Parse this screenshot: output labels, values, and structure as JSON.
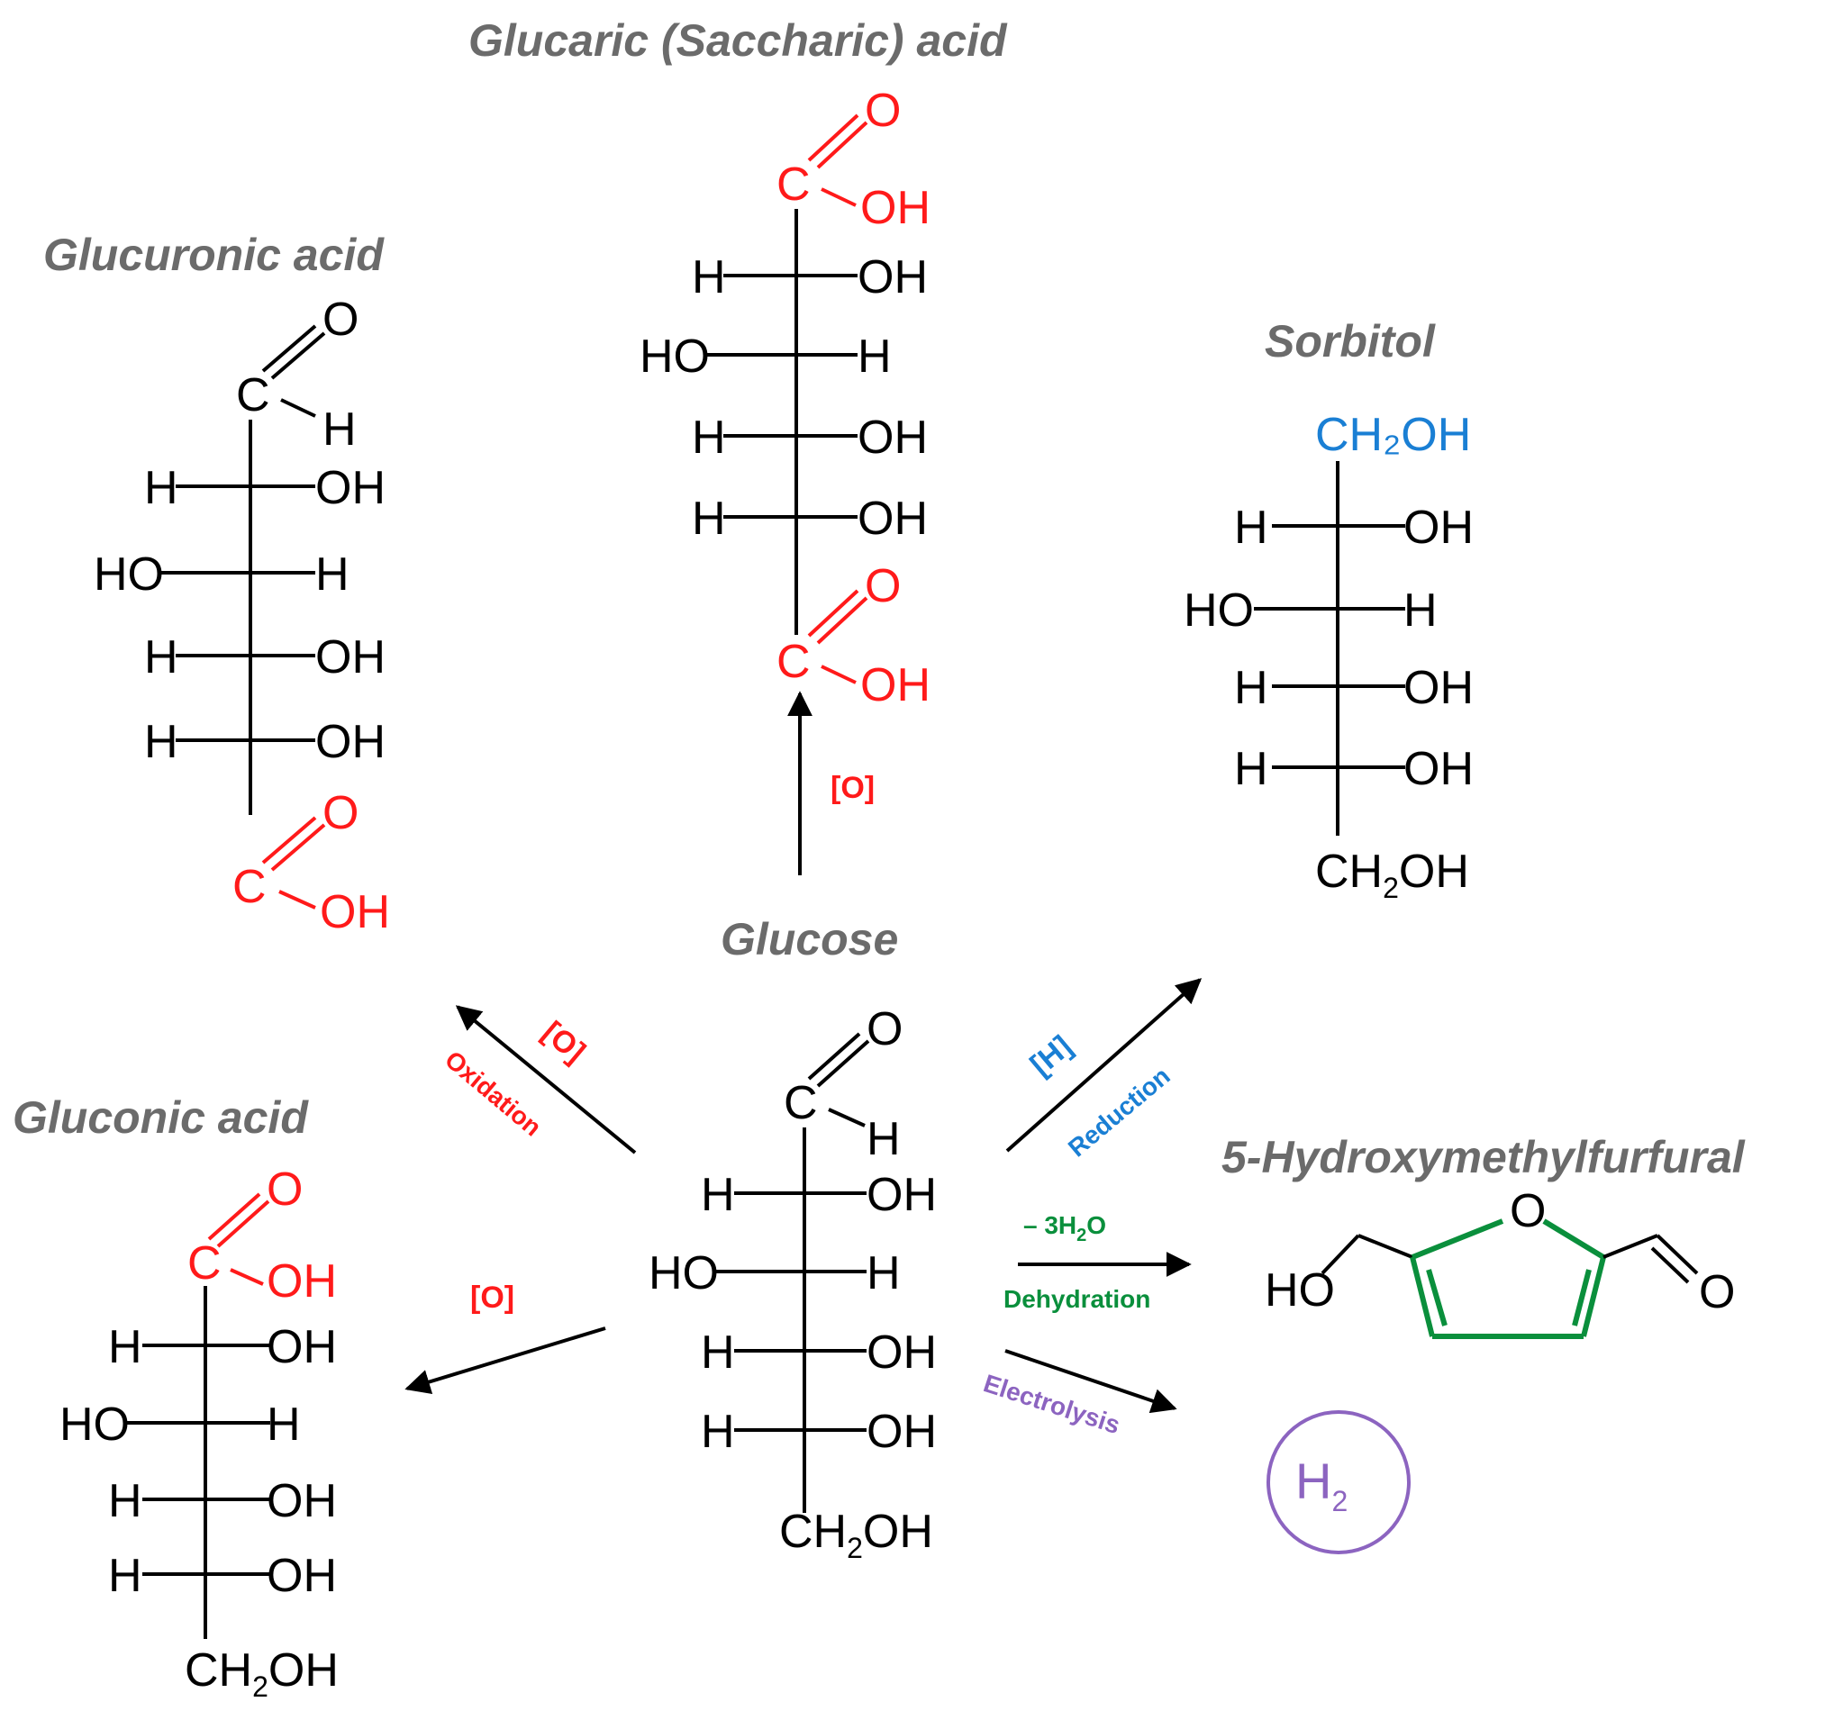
{
  "colors": {
    "oxidation": "#ff1a1a",
    "reduction": "#1a7fd4",
    "dehydration": "#0a8f3c",
    "electrolysis": "#8c64c0",
    "title": "#6b6b6b",
    "bond": "#000000"
  },
  "compounds": {
    "glucaric_acid": {
      "name": "Glucaric (Saccharic) acid",
      "top_O": "O",
      "top_C": "C",
      "top_OH": "OH",
      "rows": [
        {
          "left": "H",
          "right": "OH"
        },
        {
          "left": "HO",
          "right": "H"
        },
        {
          "left": "H",
          "right": "OH"
        },
        {
          "left": "H",
          "right": "OH"
        }
      ],
      "bottom_O": "O",
      "bottom_C": "C",
      "bottom_OH": "OH"
    },
    "glucuronic_acid": {
      "name": "Glucuronic acid",
      "top_O": "O",
      "top_C": "C",
      "top_H": "H",
      "rows": [
        {
          "left": "H",
          "right": "OH"
        },
        {
          "left": "HO",
          "right": "H"
        },
        {
          "left": "H",
          "right": "OH"
        },
        {
          "left": "H",
          "right": "OH"
        }
      ],
      "bottom_O": "O",
      "bottom_C": "C",
      "bottom_OH": "OH"
    },
    "sorbitol": {
      "name": "Sorbitol",
      "top_group": "CH₂OH",
      "rows": [
        {
          "left": "H",
          "right": "OH"
        },
        {
          "left": "HO",
          "right": "H"
        },
        {
          "left": "H",
          "right": "OH"
        },
        {
          "left": "H",
          "right": "OH"
        }
      ],
      "bottom_main": "CH",
      "bottom_sub": "2",
      "bottom_tail": "OH"
    },
    "glucose": {
      "name": "Glucose",
      "top_O": "O",
      "top_C": "C",
      "top_H": "H",
      "rows": [
        {
          "left": "H",
          "right": "OH"
        },
        {
          "left": "HO",
          "right": "H"
        },
        {
          "left": "H",
          "right": "OH"
        },
        {
          "left": "H",
          "right": "OH"
        }
      ],
      "bottom_main": "CH",
      "bottom_sub": "2",
      "bottom_tail": "OH"
    },
    "gluconic_acid": {
      "name": "Gluconic acid",
      "top_O": "O",
      "top_C": "C",
      "top_OH": "OH",
      "rows": [
        {
          "left": "H",
          "right": "OH"
        },
        {
          "left": "HO",
          "right": "H"
        },
        {
          "left": "H",
          "right": "OH"
        },
        {
          "left": "H",
          "right": "OH"
        }
      ],
      "bottom_main": "CH",
      "bottom_sub": "2",
      "bottom_tail": "OH"
    },
    "hmf": {
      "name": "5-Hydroxymethylfurfural",
      "ho": "HO",
      "ring_O": "O",
      "ald_O": "O"
    },
    "hydrogen": {
      "main": "H",
      "sub": "2"
    }
  },
  "reactions": {
    "to_glucaric": {
      "reagent": "[O]"
    },
    "to_glucuronic": {
      "reagent": "[O]",
      "label": "Oxidation"
    },
    "to_gluconic": {
      "reagent": "[O]"
    },
    "to_sorbitol": {
      "reagent": "[H]",
      "label": "Reduction"
    },
    "to_hmf": {
      "reagent_prefix": "– 3H",
      "reagent_sub": "2",
      "reagent_suffix": "O",
      "label": "Dehydration"
    },
    "to_h2": {
      "label": "Electrolysis"
    }
  }
}
